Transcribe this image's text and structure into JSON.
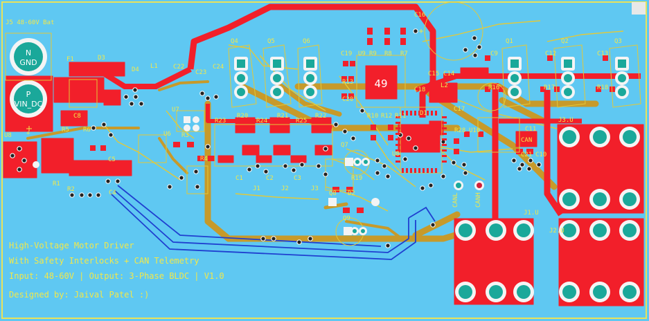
{
  "board": {
    "colors": {
      "background": "#5fc8f2",
      "copper_top": "#f21f2a",
      "copper_bottom": "#c79a2a",
      "silkscreen": "#f2e84a",
      "trace_blue": "#1f3fd0",
      "pad": "#1aa89a",
      "via": "#222222"
    },
    "connector_label": "J5 48-60V Bat",
    "terminal_labels": {
      "gnd_n": "N",
      "gnd": "GND",
      "vin_p": "P",
      "vin": "VIN_DC"
    },
    "plus_sign": "+",
    "chip_label": "49",
    "can_label": "CAN",
    "info": [
      "High-Voltage Motor Driver",
      "With Safety Interlocks + CAN Telemetry",
      "Input: 48-60V | Output: 3-Phase BLDC | V1.0",
      "Designed by: Jaival Patel :)"
    ],
    "designators": {
      "F1": "F1",
      "D3": "D3",
      "D4": "D4",
      "L1": "L1",
      "C22": "C22",
      "C23": "C23",
      "C24": "C24",
      "Q4": "Q4",
      "Q5": "Q5",
      "Q6": "Q6",
      "C19": "C19",
      "U9": "U9",
      "R9": "R9",
      "R8": "R8",
      "R7": "R7",
      "C16": "C16",
      "Q1": "Q1",
      "Q2": "Q2",
      "Q3": "Q3",
      "C9": "C9",
      "C12": "C12",
      "C13": "C13",
      "C15": "C15",
      "C14": "C14",
      "C18": "C18",
      "R13": "R13",
      "C20": "C20",
      "L2": "L2",
      "R16": "R16",
      "R17": "R17",
      "R18": "R18",
      "C17": "C17",
      "D1": "D1",
      "R10": "R10",
      "R12": "R12",
      "R11": "R11",
      "U7": "U7",
      "U6": "U6",
      "R20": "R20",
      "R21": "R21",
      "R22": "R22",
      "R23": "R23",
      "R24": "R24",
      "R25": "R25",
      "C8": "C8",
      "R5": "R5",
      "R6": "R6",
      "U8": "U8",
      "R3": "R3",
      "R4": "R4",
      "C5": "C5",
      "R1": "R1",
      "R2": "R2",
      "C4": "C4",
      "C1": "C1",
      "J1": "J1",
      "C2": "C2",
      "J2": "J2",
      "C3": "C3",
      "J3": "J3",
      "Q7": "Q7",
      "Q8": "Q8",
      "Q9": "Q9",
      "D2": "D2",
      "R19": "R19",
      "U10": "U10",
      "R28": "R28",
      "C11": "C11",
      "C21": "C21",
      "C10": "C10",
      "CANL": "CANL",
      "CANH": "CANH",
      "J3U": "J3.U",
      "J1U": "J1.U",
      "J2U": "J2.U",
      "U8b": "U8"
    }
  }
}
